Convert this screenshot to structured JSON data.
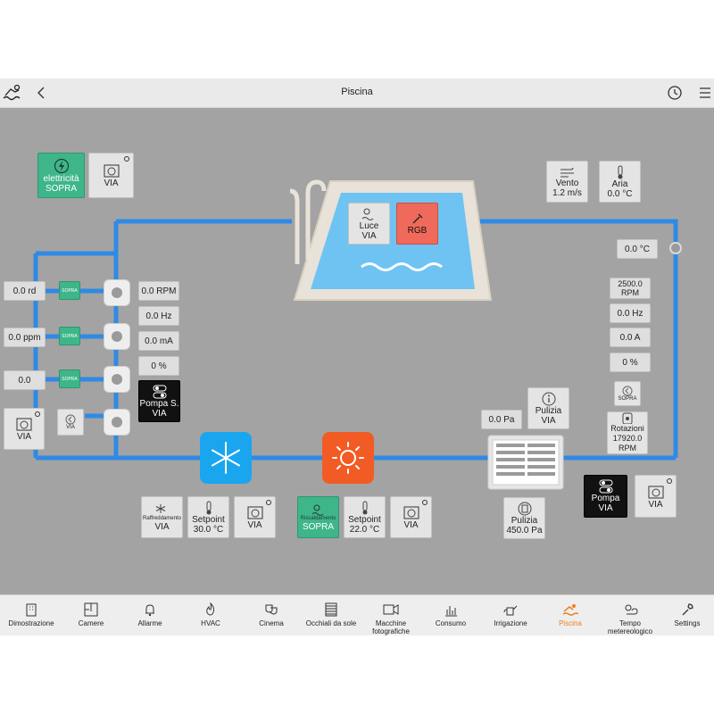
{
  "header": {
    "title": "Piscina"
  },
  "power": {
    "label": "elettricità",
    "state": "SOPRA"
  },
  "power_timer": {
    "label": "VIA"
  },
  "wind": {
    "label": "Vento",
    "value": "1.2 m/s"
  },
  "air": {
    "label": "Aria",
    "value": "0.0 °C"
  },
  "pool": {
    "light_label": "Luce",
    "light_state": "VIA",
    "rgb_label": "RGB"
  },
  "temp_right": "0.0 °C",
  "left_inputs": [
    {
      "value": "0.0 rd",
      "toggle": "SOPRA"
    },
    {
      "value": "0.0 ppm",
      "toggle": "SOPRA"
    },
    {
      "value": "0.0",
      "toggle": "SOPRA"
    }
  ],
  "left_timer": {
    "label": "VIA",
    "toggle": "VIA"
  },
  "pump_s": {
    "stats": [
      "0.0 RPM",
      "0.0 Hz",
      "0.0 mA",
      "0 %"
    ],
    "label": "Pompa S.",
    "state": "VIA"
  },
  "right_stats": [
    "2500.0 RPM",
    "0.0 Hz",
    "0.0 A",
    "0 %"
  ],
  "right_toggle": "SOPRA",
  "rotations": {
    "label": "Rotazioni",
    "value": "17920.0 RPM"
  },
  "filter": {
    "pressure": "0.0 Pa",
    "clean_label": "Pulizia",
    "clean_state": "VIA",
    "clean_pa_label": "Pulizia",
    "clean_pa_value": "450.0 Pa"
  },
  "pump": {
    "label": "Pompa",
    "state": "VIA",
    "timer_label": "VIA"
  },
  "cooling": {
    "label": "Raffreddamento",
    "state": "VIA",
    "setpoint_label": "Setpoint",
    "setpoint_value": "30.0 °C",
    "timer_label": "VIA"
  },
  "heating": {
    "label": "Riscaldamento",
    "state": "SOPRA",
    "setpoint_label": "Setpoint",
    "setpoint_value": "22.0 °C",
    "timer_label": "VIA"
  },
  "colors": {
    "pipe": "#2f8ae6",
    "pool_water": "#6fc3f2",
    "cool": "#1aa6ee",
    "heat": "#f35b25",
    "accent": "#f07e1a",
    "green": "#3fb68a"
  },
  "nav": [
    {
      "label": "Dimostrazione",
      "icon": "building-icon"
    },
    {
      "label": "Camere",
      "icon": "floorplan-icon"
    },
    {
      "label": "Allarme",
      "icon": "bell-icon"
    },
    {
      "label": "HVAC",
      "icon": "flame-icon"
    },
    {
      "label": "Cinema",
      "icon": "theater-masks-icon"
    },
    {
      "label": "Occhiali da sole",
      "icon": "blinds-icon"
    },
    {
      "label": "Macchine fotografiche",
      "icon": "camera-icon"
    },
    {
      "label": "Consumo",
      "icon": "bar-chart-icon"
    },
    {
      "label": "Irrigazione",
      "icon": "watering-can-icon"
    },
    {
      "label": "Piscina",
      "icon": "swimmer-icon",
      "active": true
    },
    {
      "label": "Tempo metereologico",
      "icon": "weather-icon"
    },
    {
      "label": "Settings",
      "icon": "wrench-icon"
    }
  ]
}
